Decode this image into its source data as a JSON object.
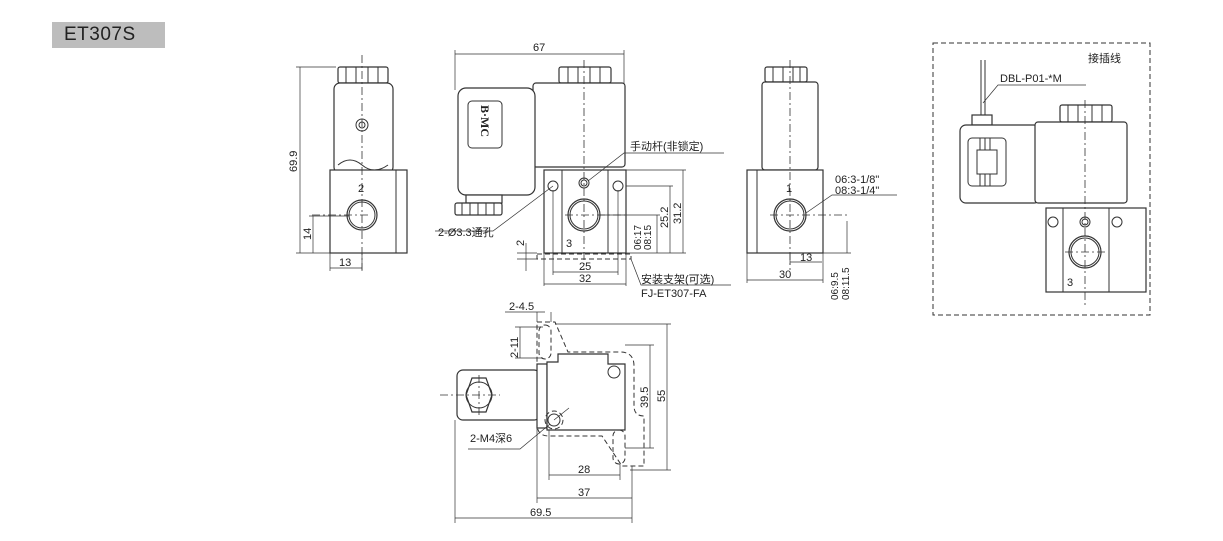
{
  "title": "ET307S",
  "left_view": {
    "port_label": "2",
    "dim_height": "69.9",
    "dim_port_height": "14",
    "dim_port_offset": "13"
  },
  "front_view": {
    "dim_width": "67",
    "logo": "B·MC",
    "manual_lever": "手动杆(非锁定)",
    "through_holes": "2-Ø3.3通孔",
    "port_label": "3",
    "dim_2": "2",
    "dim_06": "06:17",
    "dim_08": "08:15",
    "dim_25_2": "25.2",
    "dim_31_2": "31.2",
    "dim_25": "25",
    "dim_32": "32",
    "bracket": "安装支架(可选)",
    "bracket_model": "FJ-ET307-FA"
  },
  "right_view": {
    "port_label": "1",
    "thread_06": "06:3-1/8\"",
    "thread_08": "08:3-1/4\"",
    "dim_13": "13",
    "dim_30": "30",
    "dim_06": "06:9.5",
    "dim_08": "08:11.5"
  },
  "connector_view": {
    "title": "接插线",
    "cable_model": "DBL-P01-*M",
    "port_label": "3"
  },
  "bottom_view": {
    "slot_width": "2-4.5",
    "slot_length": "2-11",
    "thread": "2-M4深6",
    "dim_28": "28",
    "dim_37": "37",
    "dim_69_5": "69.5",
    "dim_39_5": "39.5",
    "dim_55": "55"
  }
}
